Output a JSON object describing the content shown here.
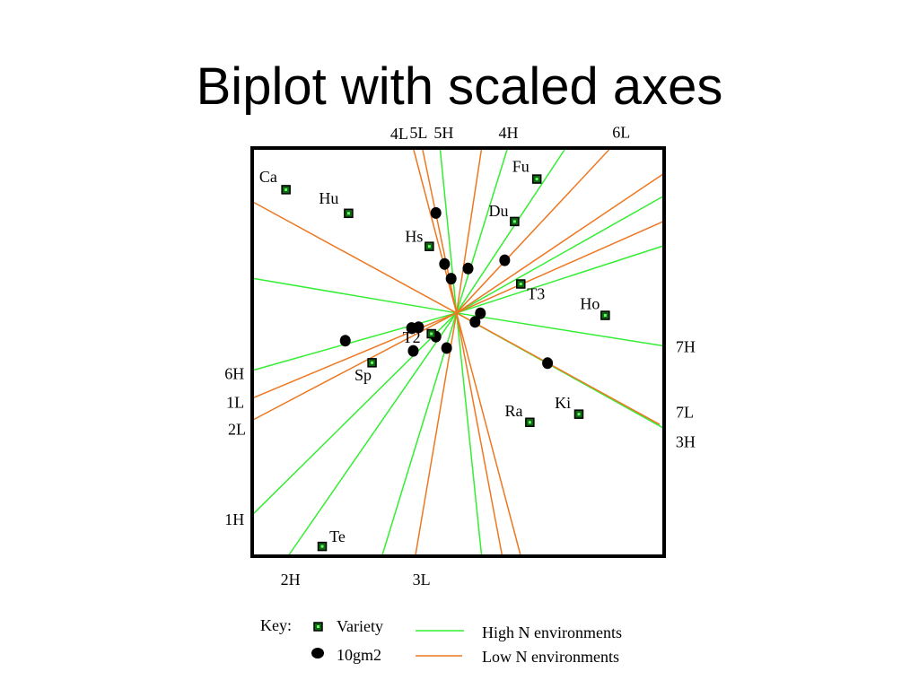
{
  "slide": {
    "title": "Biplot with scaled axes"
  },
  "colors": {
    "high_n": "#33ee33",
    "low_n": "#ee7722",
    "frame": "#000000",
    "variety_fill": "#116611",
    "variety_center": "#66ff66",
    "point": "#000000"
  },
  "chart_data": {
    "type": "scatter",
    "title": "Biplot with scaled axes",
    "xlim": [
      0,
      100
    ],
    "ylim": [
      0,
      100
    ],
    "origin": [
      49.6,
      59.6
    ],
    "varieties": [
      {
        "label": "Ca",
        "x": 8.2,
        "y": 89.8
      },
      {
        "label": "Hu",
        "x": 23.4,
        "y": 84.0
      },
      {
        "label": "Fu",
        "x": 69.1,
        "y": 92.4
      },
      {
        "label": "Du",
        "x": 63.7,
        "y": 82.0
      },
      {
        "label": "Hs",
        "x": 43.0,
        "y": 75.9
      },
      {
        "label": "T3",
        "x": 65.2,
        "y": 66.7
      },
      {
        "label": "Ho",
        "x": 85.7,
        "y": 59.0
      },
      {
        "label": "T2",
        "x": 43.5,
        "y": 54.5
      },
      {
        "label": "Sp",
        "x": 29.1,
        "y": 47.4
      },
      {
        "label": "Ra",
        "x": 67.4,
        "y": 32.8
      },
      {
        "label": "Ki",
        "x": 79.3,
        "y": 34.8
      },
      {
        "label": "Te",
        "x": 17.0,
        "y": 2.4
      }
    ],
    "points_10gm2": [
      {
        "x": 44.6,
        "y": 84.1
      },
      {
        "x": 46.7,
        "y": 71.6
      },
      {
        "x": 52.4,
        "y": 70.5
      },
      {
        "x": 61.3,
        "y": 72.5
      },
      {
        "x": 48.3,
        "y": 68.0
      },
      {
        "x": 55.4,
        "y": 59.5
      },
      {
        "x": 54.1,
        "y": 57.4
      },
      {
        "x": 40.4,
        "y": 56.1
      },
      {
        "x": 38.7,
        "y": 55.9
      },
      {
        "x": 44.6,
        "y": 53.8
      },
      {
        "x": 22.6,
        "y": 52.8
      },
      {
        "x": 47.2,
        "y": 51.0
      },
      {
        "x": 39.1,
        "y": 50.3
      },
      {
        "x": 71.7,
        "y": 47.3
      }
    ],
    "high_n_axes": [
      {
        "label": "1H",
        "end": [
          0.0,
          10.1
        ]
      },
      {
        "label": "2H",
        "end": [
          8.7,
          0.0
        ]
      },
      {
        "label": "3H",
        "end": [
          100.0,
          31.3
        ]
      },
      {
        "label": "4H",
        "end": [
          62.0,
          100.0
        ]
      },
      {
        "label": "5H",
        "end": [
          45.6,
          100.0
        ]
      },
      {
        "label": "6H",
        "end": [
          0.0,
          45.5
        ]
      },
      {
        "label": "7H",
        "end": [
          100.0,
          51.5
        ]
      },
      {
        "label": "",
        "end": [
          76.1,
          100.0
        ]
      },
      {
        "label": "",
        "end": [
          100.0,
          76.1
        ]
      },
      {
        "label": "",
        "end": [
          0.0,
          68.1
        ]
      },
      {
        "label": "",
        "end": [
          31.5,
          0.0
        ]
      },
      {
        "label": "",
        "end": [
          55.7,
          0.0
        ]
      },
      {
        "label": "",
        "end": [
          100.0,
          88.3
        ]
      }
    ],
    "low_n_axes": [
      {
        "label": "1L",
        "end": [
          0.0,
          38.7
        ]
      },
      {
        "label": "2L",
        "end": [
          0.0,
          33.3
        ]
      },
      {
        "label": "3L",
        "end": [
          39.6,
          0.0
        ]
      },
      {
        "label": "4L",
        "end": [
          39.1,
          100.0
        ]
      },
      {
        "label": "5L",
        "end": [
          41.3,
          100.0
        ]
      },
      {
        "label": "6L",
        "end": [
          87.0,
          100.0
        ]
      },
      {
        "label": "7L",
        "end": [
          98.9,
          32.3
        ]
      },
      {
        "label": "",
        "end": [
          0.0,
          86.9
        ]
      },
      {
        "label": "",
        "end": [
          55.7,
          100.0
        ]
      },
      {
        "label": "",
        "end": [
          100.0,
          82.1
        ]
      },
      {
        "label": "",
        "end": [
          100.0,
          93.8
        ]
      },
      {
        "label": "",
        "end": [
          60.7,
          0.0
        ]
      },
      {
        "label": "",
        "end": [
          65.2,
          0.0
        ]
      }
    ],
    "axis_label_positions": {
      "1H": [
        -4.3,
        9.0
      ],
      "2H": [
        9.3,
        -5.7
      ],
      "3H": [
        105.2,
        28.0
      ],
      "4H": [
        62.2,
        103.7
      ],
      "5H": [
        46.5,
        103.7
      ],
      "6H": [
        -4.3,
        44.7
      ],
      "7H": [
        105.2,
        51.3
      ],
      "1L": [
        -4.1,
        37.7
      ],
      "2L": [
        -3.7,
        31.1
      ],
      "3L": [
        41.1,
        -5.7
      ],
      "4L": [
        35.7,
        103.5
      ],
      "5L": [
        40.4,
        103.7
      ],
      "6L": [
        89.6,
        103.9
      ],
      "7L": [
        105.0,
        35.3
      ]
    },
    "variety_label_offsets": {
      "Ca": [
        -4.3,
        1.8
      ],
      "Hu": [
        -4.8,
        2.4
      ],
      "Fu": [
        -3.9,
        1.8
      ],
      "Du": [
        -3.9,
        1.3
      ],
      "Hs": [
        -3.7,
        1.1
      ],
      "T3": [
        3.7,
        -3.7
      ],
      "Ho": [
        -3.7,
        1.5
      ],
      "T2": [
        -4.8,
        -2.2
      ],
      "Sp": [
        -2.2,
        -4.3
      ],
      "Ra": [
        -3.9,
        1.5
      ],
      "Ki": [
        -3.9,
        1.5
      ],
      "Te": [
        3.7,
        1.1
      ]
    },
    "legend": {
      "title": "Key:",
      "variety_label": "Variety",
      "point_label": "10gm2",
      "high_label": "High N environments",
      "low_label": "Low N environments",
      "position": "bottom"
    },
    "grid": false
  }
}
